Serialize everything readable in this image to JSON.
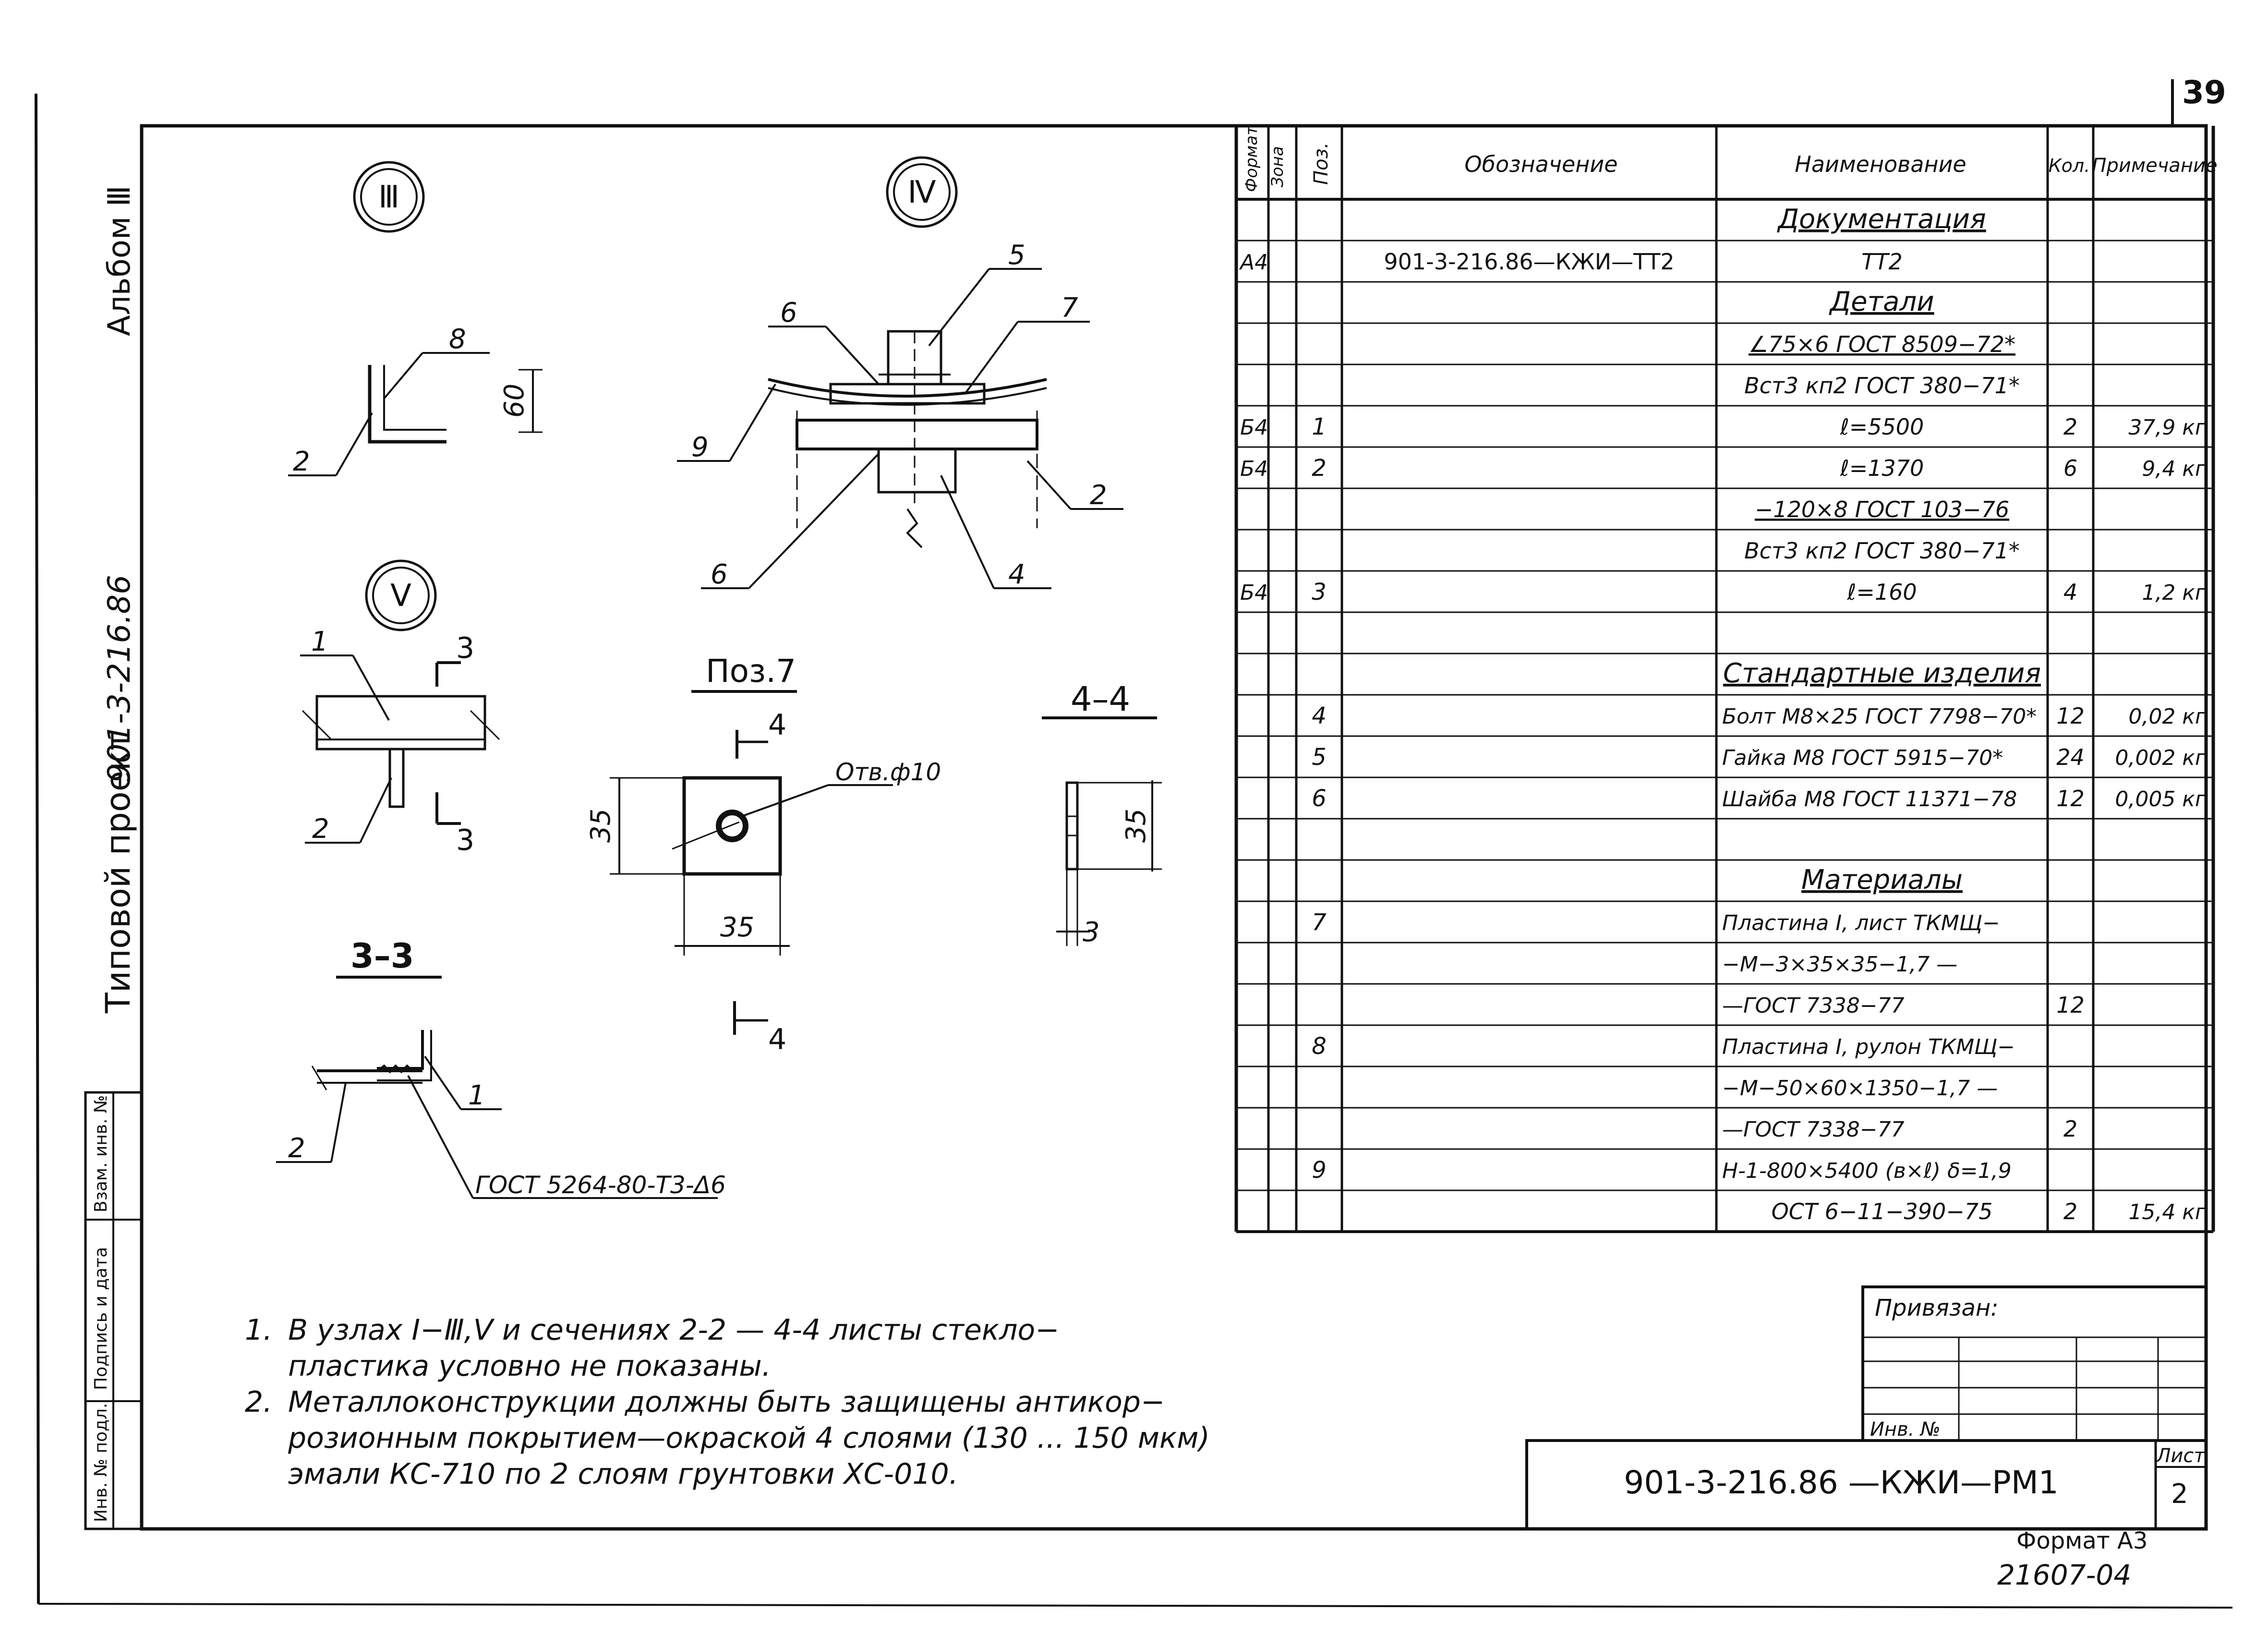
{
  "sheet": {
    "page_number": "39",
    "album": "Альбом Ⅲ",
    "project_type": "Типовой проект",
    "project_code_handwritten": "901-3-216.86",
    "inventory_labels": [
      "Инв. № подл.",
      "Подпись и дата",
      "Взам. инв. №"
    ],
    "format": "Формат А3",
    "handwritten_number": "21607-04"
  },
  "drawings": {
    "node3": {
      "label": "Ⅲ",
      "callouts": [
        "8",
        "2"
      ],
      "dimension": "60"
    },
    "node4": {
      "label": "Ⅳ",
      "callouts": [
        "5",
        "6",
        "7",
        "9",
        "2",
        "6",
        "4"
      ]
    },
    "node5": {
      "label": "Ⅴ",
      "callouts": [
        "1",
        "2"
      ],
      "section_marks": [
        "3",
        "3"
      ]
    },
    "pos7": {
      "title": "Поз.7",
      "hole": "Отв.ф10",
      "dim_h": "35",
      "dim_w": "35",
      "section_marks": [
        "4",
        "4"
      ]
    },
    "section44": {
      "title": "4–4",
      "dim_h": "35",
      "dim_t": "3"
    },
    "section33": {
      "title": "3–3",
      "callouts": [
        "1",
        "2"
      ],
      "weld": "ГОСТ 5264-80-Т3-Δ6"
    }
  },
  "spec": {
    "headers": {
      "format": "Формат",
      "zone": "Зона",
      "pos": "Поз.",
      "designation": "Обозначение",
      "name": "Наименование",
      "qty": "Кол.",
      "note": "Примечание"
    },
    "rows": [
      {
        "format": "",
        "pos": "",
        "designation": "",
        "name": "Документация",
        "qty": "",
        "note": "",
        "section": true
      },
      {
        "format": "А4",
        "pos": "",
        "designation": "901-3-216.86—КЖИ—ТТ2",
        "name": "ТТ2",
        "qty": "",
        "note": "",
        "center": true
      },
      {
        "format": "",
        "pos": "",
        "designation": "",
        "name": "Детали",
        "qty": "",
        "note": "",
        "section": true
      },
      {
        "format": "",
        "pos": "",
        "designation": "",
        "name": "∠75×6 ГОСТ 8509−72*",
        "qty": "",
        "note": "",
        "center": true,
        "underline": true
      },
      {
        "format": "",
        "pos": "",
        "designation": "",
        "name": "Вст3 кп2 ГОСТ 380−71*",
        "qty": "",
        "note": "",
        "center": true
      },
      {
        "format": "Б4",
        "pos": "1",
        "designation": "",
        "name": "ℓ=5500",
        "qty": "2",
        "note": "37,9 кг",
        "center": true
      },
      {
        "format": "Б4",
        "pos": "2",
        "designation": "",
        "name": "ℓ=1370",
        "qty": "6",
        "note": "9,4 кг",
        "center": true
      },
      {
        "format": "",
        "pos": "",
        "designation": "",
        "name": "−120×8 ГОСТ 103−76",
        "qty": "",
        "note": "",
        "center": true,
        "underline": true
      },
      {
        "format": "",
        "pos": "",
        "designation": "",
        "name": "Вст3 кп2 ГОСТ 380−71*",
        "qty": "",
        "note": "",
        "center": true
      },
      {
        "format": "Б4",
        "pos": "3",
        "designation": "",
        "name": "ℓ=160",
        "qty": "4",
        "note": "1,2 кг",
        "center": true
      },
      {
        "format": "",
        "pos": "",
        "designation": "",
        "name": "",
        "qty": "",
        "note": ""
      },
      {
        "format": "",
        "pos": "",
        "designation": "",
        "name": "Стандартные изделия",
        "qty": "",
        "note": "",
        "section": true
      },
      {
        "format": "",
        "pos": "4",
        "designation": "",
        "name": "Болт М8×25 ГОСТ 7798−70*",
        "qty": "12",
        "note": "0,02 кг"
      },
      {
        "format": "",
        "pos": "5",
        "designation": "",
        "name": "Гайка М8 ГОСТ 5915−70*",
        "qty": "24",
        "note": "0,002 кг"
      },
      {
        "format": "",
        "pos": "6",
        "designation": "",
        "name": "Шайба М8 ГОСТ 11371−78",
        "qty": "12",
        "note": "0,005 кг"
      },
      {
        "format": "",
        "pos": "",
        "designation": "",
        "name": "",
        "qty": "",
        "note": ""
      },
      {
        "format": "",
        "pos": "",
        "designation": "",
        "name": "Материалы",
        "qty": "",
        "note": "",
        "section": true
      },
      {
        "format": "",
        "pos": "7",
        "designation": "",
        "name": "Пластина Ⅰ, лист ТКМЩ−",
        "qty": "",
        "note": ""
      },
      {
        "format": "",
        "pos": "",
        "designation": "",
        "name": "−М−3×35×35−1,7 —",
        "qty": "",
        "note": ""
      },
      {
        "format": "",
        "pos": "",
        "designation": "",
        "name": "—ГОСТ 7338−77",
        "qty": "12",
        "note": ""
      },
      {
        "format": "",
        "pos": "8",
        "designation": "",
        "name": "Пластина Ⅰ, рулон ТКМЩ−",
        "qty": "",
        "note": ""
      },
      {
        "format": "",
        "pos": "",
        "designation": "",
        "name": "−М−50×60×1350−1,7 —",
        "qty": "",
        "note": ""
      },
      {
        "format": "",
        "pos": "",
        "designation": "",
        "name": "—ГОСТ 7338−77",
        "qty": "2",
        "note": ""
      },
      {
        "format": "",
        "pos": "9",
        "designation": "",
        "name": "Н-1-800×5400 (в×ℓ) δ=1,9",
        "qty": "",
        "note": ""
      },
      {
        "format": "",
        "pos": "",
        "designation": "",
        "name": "ОСТ 6−11−390−75",
        "qty": "2",
        "note": "15,4 кг",
        "center": true
      }
    ]
  },
  "notes": [
    {
      "num": "1.",
      "lines": [
        "В узлах Ⅰ−Ⅲ,Ⅴ и сечениях 2-2 — 4-4 листы стекло−",
        "пластика условно не показаны."
      ]
    },
    {
      "num": "2.",
      "lines": [
        "Металлоконструкции должны быть защищены антикор−",
        "розионным покрытием—окраской 4 слоями (130 ... 150 мкм)",
        "эмали КС-710 по 2 слоям грунтовки ХС-010."
      ]
    }
  ],
  "stamp": {
    "attached": "Привязан:",
    "inv": "Инв. №",
    "code": "901-3-216.86 —КЖИ—РМ1",
    "sheet_label": "Лист",
    "sheet_number": "2"
  }
}
